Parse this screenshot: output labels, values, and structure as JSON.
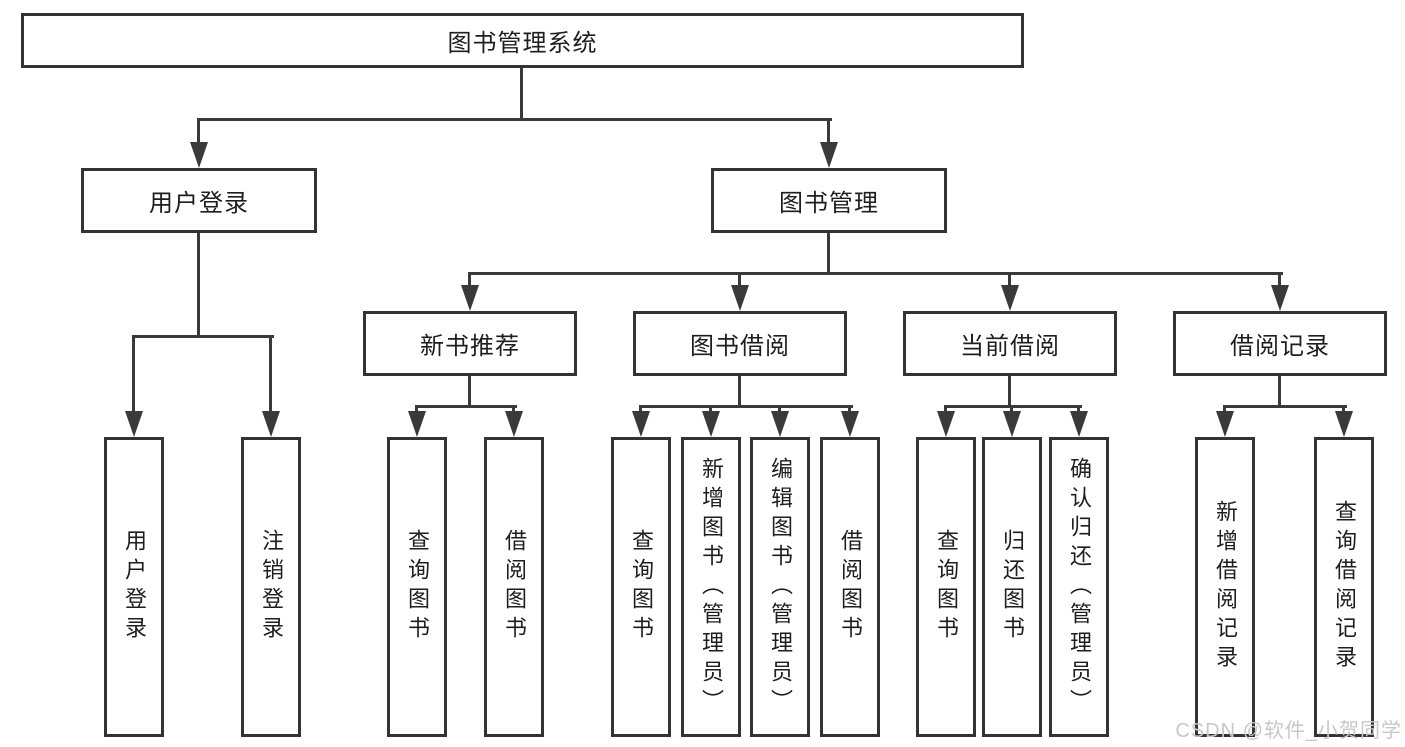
{
  "diagram": {
    "tree": {
      "label": "图书管理系统",
      "children": [
        {
          "label": "用户登录",
          "children": [
            {
              "label": "用户登录"
            },
            {
              "label": "注销登录"
            }
          ]
        },
        {
          "label": "图书管理",
          "children": [
            {
              "label": "新书推荐",
              "children": [
                {
                  "label": "查询图书"
                },
                {
                  "label": "借阅图书"
                }
              ]
            },
            {
              "label": "图书借阅",
              "children": [
                {
                  "label": "查询图书"
                },
                {
                  "label": "新增图书（管理员）"
                },
                {
                  "label": "编辑图书（管理员）"
                },
                {
                  "label": "借阅图书"
                }
              ]
            },
            {
              "label": "当前借阅",
              "children": [
                {
                  "label": "查询图书"
                },
                {
                  "label": "归还图书"
                },
                {
                  "label": "确认归还（管理员）"
                }
              ]
            },
            {
              "label": "借阅记录",
              "children": [
                {
                  "label": "新增借阅记录"
                },
                {
                  "label": "查询借阅记录"
                }
              ]
            }
          ]
        }
      ]
    }
  },
  "watermark": {
    "text": "CSDN @软件_小贺同学"
  },
  "colors": {
    "line": "#3a3a3a",
    "box_border": "#333333",
    "text": "#1e1e1e",
    "watermark": "#c8c8c8",
    "background": "#ffffff"
  }
}
